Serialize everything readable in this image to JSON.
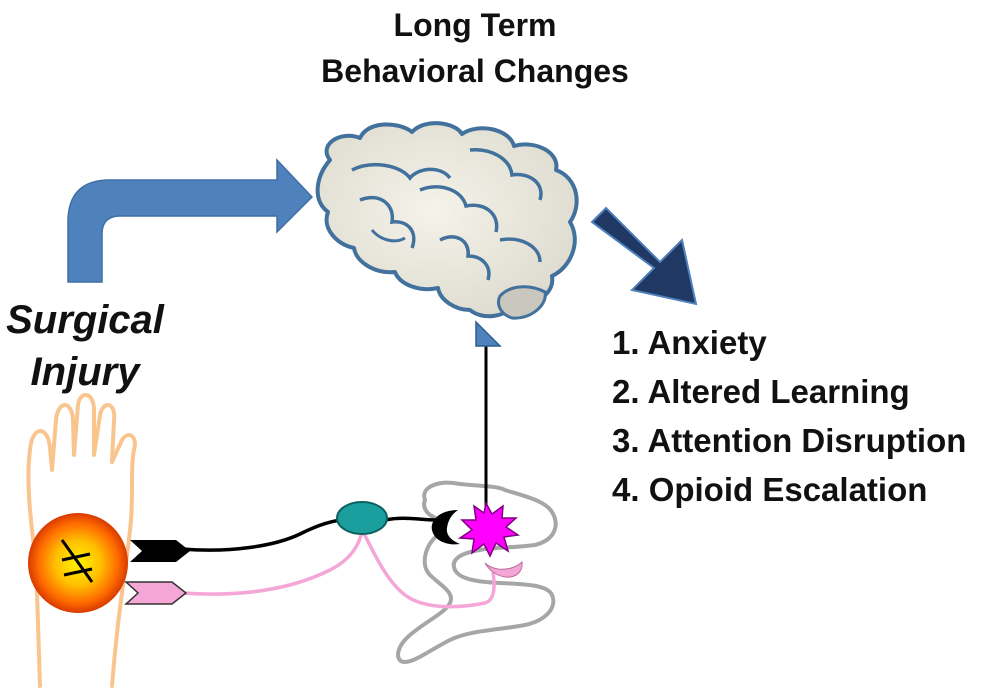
{
  "title": {
    "line1": "Long Term",
    "line2": "Behavioral Changes"
  },
  "injury_label": {
    "line1": "Surgical",
    "line2": "Injury"
  },
  "outcomes": [
    "1. Anxiety",
    "2. Altered Learning",
    "3. Attention Disruption",
    "4. Opioid Escalation"
  ],
  "colors": {
    "arrow_light_blue": "#4f81bd",
    "arrow_dark_blue": "#1f3864",
    "brain_outline": "#41719c",
    "brain_fill": "#eeece1",
    "foot_outline": "#f9c58f",
    "injury_core": "#ffe600",
    "injury_edge": "#e03c00",
    "fiber_black": "#000000",
    "fiber_pink": "#f4a6d7",
    "ganglion": "#1b9e9e",
    "spinal_cord": "#a6a6a6",
    "synapse_burst": "#ff00ff"
  },
  "icons": {
    "brain": "brain-icon",
    "foot": "foot-icon",
    "injury_site": "injury-burst-icon"
  }
}
